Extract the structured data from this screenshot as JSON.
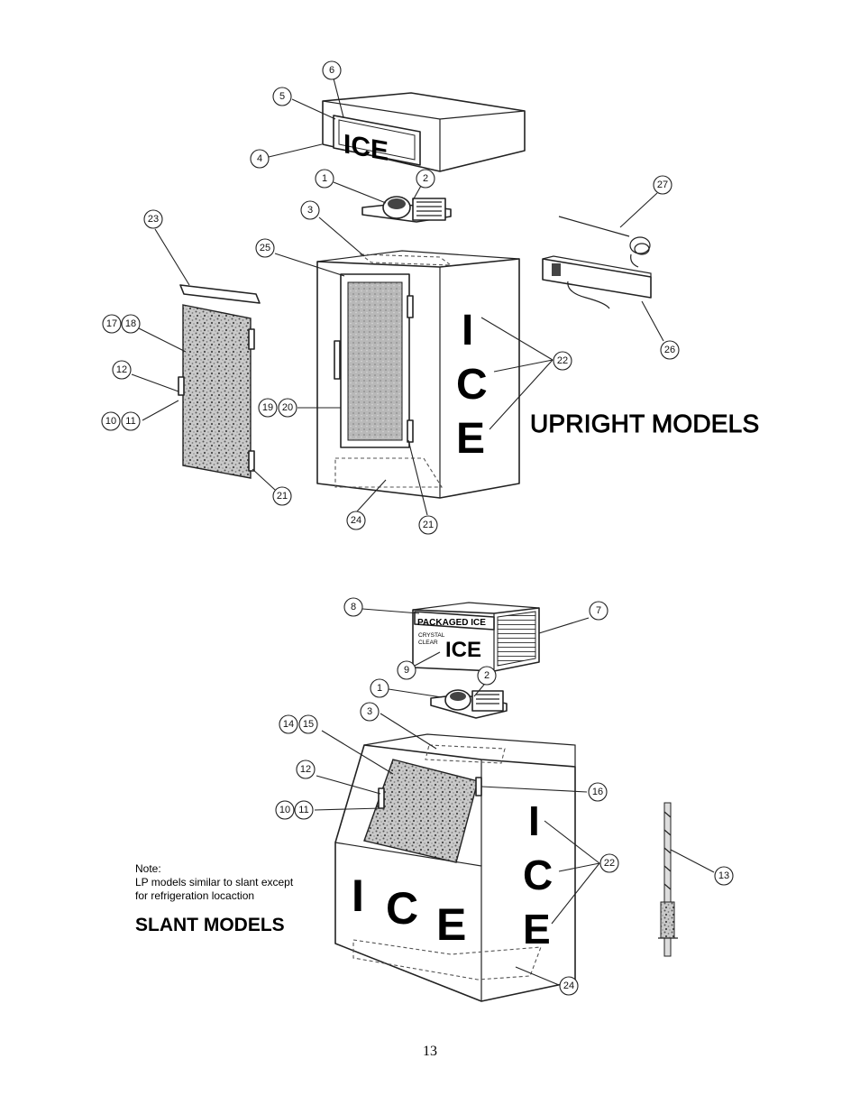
{
  "upright": {
    "title": "UPRIGHT MODELS",
    "sign_text": "ICE",
    "side_text": [
      "I",
      "C",
      "E"
    ]
  },
  "slant": {
    "title": "SLANT MODELS",
    "sign_top": "PACKAGED ICE",
    "sign_small": [
      "CRYSTAL",
      "CLEAR"
    ],
    "sign_text": "ICE",
    "front_text": [
      "I",
      "C",
      "E"
    ],
    "side_text": [
      "I",
      "C",
      "E"
    ]
  },
  "note": {
    "heading": "Note:",
    "lines": [
      "LP models similar to slant except",
      "for refrigeration locaction"
    ]
  },
  "page_number": "13",
  "callouts": {
    "u6": "6",
    "u5": "5",
    "u4": "4",
    "u1": "1",
    "u2": "2",
    "u3": "3",
    "u23": "23",
    "u25": "25",
    "u27": "27",
    "u26": "26",
    "u22": "22",
    "u17": "17",
    "u18": "18",
    "u12": "12",
    "u10": "10",
    "u11": "11",
    "u19": "19",
    "u20": "20",
    "u21a": "21",
    "u21b": "21",
    "u24": "24",
    "s8": "8",
    "s7": "7",
    "s9": "9",
    "s1": "1",
    "s2": "2",
    "s3": "3",
    "s14": "14",
    "s15": "15",
    "s12": "12",
    "s10": "10",
    "s11": "11",
    "s16": "16",
    "s22": "22",
    "s13": "13",
    "s24": "24"
  }
}
